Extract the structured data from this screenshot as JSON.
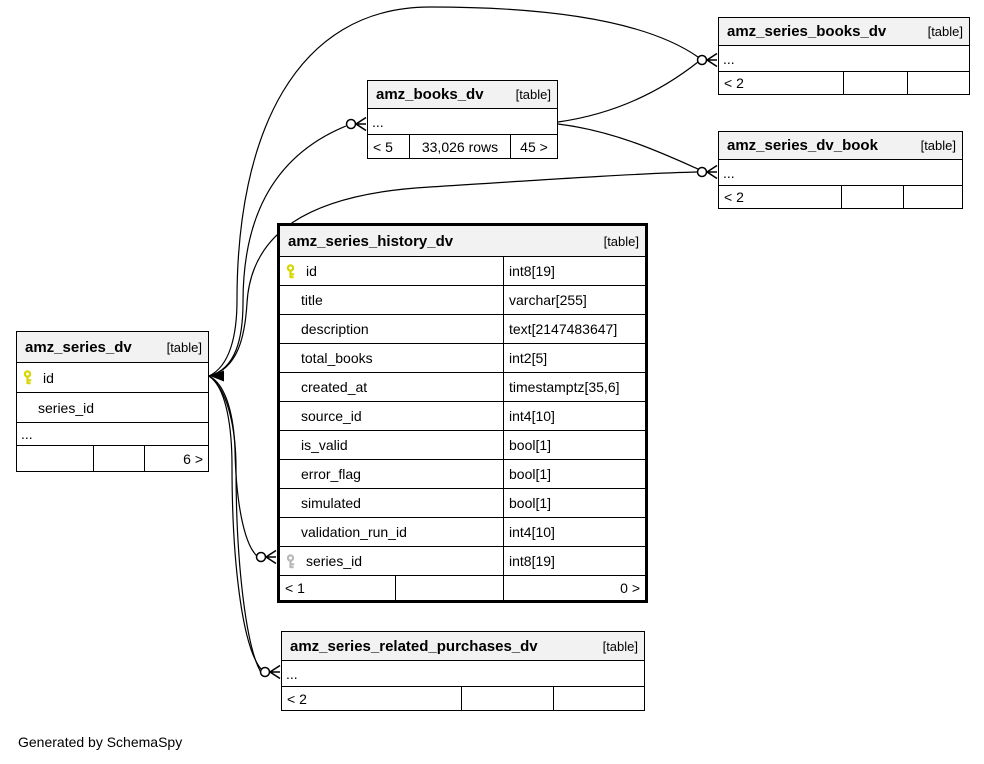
{
  "footer_note": "Generated by SchemaSpy",
  "colors": {
    "header_bg": "#f2f2f2",
    "border": "#000000",
    "primary_key": "#d6d600",
    "foreign_key": "#b9b9b9"
  },
  "tables": [
    {
      "name": "amz_series_books_dv",
      "tag": "[table]",
      "ellipsis": "...",
      "footer": [
        {
          "text": "< 2",
          "align": "left"
        },
        {
          "text": "",
          "align": "left"
        },
        {
          "text": "",
          "align": "left"
        }
      ]
    },
    {
      "name": "amz_books_dv",
      "tag": "[table]",
      "ellipsis": "...",
      "footer": [
        {
          "text": "< 5",
          "align": "left"
        },
        {
          "text": "33,026 rows",
          "align": "center"
        },
        {
          "text": "45 >",
          "align": "center"
        }
      ]
    },
    {
      "name": "amz_series_dv_book",
      "tag": "[table]",
      "ellipsis": "...",
      "footer": [
        {
          "text": "< 2",
          "align": "left"
        },
        {
          "text": "",
          "align": "left"
        },
        {
          "text": "",
          "align": "left"
        }
      ]
    },
    {
      "name": "amz_series_history_dv",
      "tag": "[table]",
      "columns": [
        {
          "key": "primary",
          "name": "id",
          "type": "int8[19]"
        },
        {
          "key": null,
          "name": "title",
          "type": "varchar[255]"
        },
        {
          "key": null,
          "name": "description",
          "type": "text[2147483647]"
        },
        {
          "key": null,
          "name": "total_books",
          "type": "int2[5]"
        },
        {
          "key": null,
          "name": "created_at",
          "type": "timestamptz[35,6]"
        },
        {
          "key": null,
          "name": "source_id",
          "type": "int4[10]"
        },
        {
          "key": null,
          "name": "is_valid",
          "type": "bool[1]"
        },
        {
          "key": null,
          "name": "error_flag",
          "type": "bool[1]"
        },
        {
          "key": null,
          "name": "simulated",
          "type": "bool[1]"
        },
        {
          "key": null,
          "name": "validation_run_id",
          "type": "int4[10]"
        },
        {
          "key": "foreign",
          "name": "series_id",
          "type": "int8[19]"
        }
      ],
      "footer": [
        {
          "text": "< 1",
          "align": "left"
        },
        {
          "text": "",
          "align": "left"
        },
        {
          "text": "0 >",
          "align": "right"
        }
      ]
    },
    {
      "name": "amz_series_dv",
      "tag": "[table]",
      "columns": [
        {
          "key": "primary",
          "name": "id"
        },
        {
          "key": null,
          "name": "series_id"
        }
      ],
      "ellipsis": "...",
      "footer": [
        {
          "text": "",
          "align": "left"
        },
        {
          "text": "",
          "align": "left"
        },
        {
          "text": "6 >",
          "align": "right"
        }
      ]
    },
    {
      "name": "amz_series_related_purchases_dv",
      "tag": "[table]",
      "ellipsis": "...",
      "footer": [
        {
          "text": "< 2",
          "align": "left"
        },
        {
          "text": "",
          "align": "left"
        },
        {
          "text": "",
          "align": "left"
        }
      ]
    }
  ],
  "relationships": [
    {
      "from": "amz_series_dv.id",
      "to": "amz_books_dv"
    },
    {
      "from": "amz_series_dv.id",
      "to": "amz_series_books_dv"
    },
    {
      "from": "amz_series_dv.id",
      "to": "amz_series_dv_book"
    },
    {
      "from": "amz_series_dv.id",
      "to": "amz_series_history_dv.series_id"
    },
    {
      "from": "amz_series_dv.id",
      "to": "amz_series_related_purchases_dv"
    },
    {
      "from": "amz_series_dv.id",
      "to": "amz_series_related_purchases_dv"
    },
    {
      "from": "amz_books_dv",
      "to": "amz_series_books_dv"
    },
    {
      "from": "amz_books_dv",
      "to": "amz_series_dv_book"
    }
  ]
}
